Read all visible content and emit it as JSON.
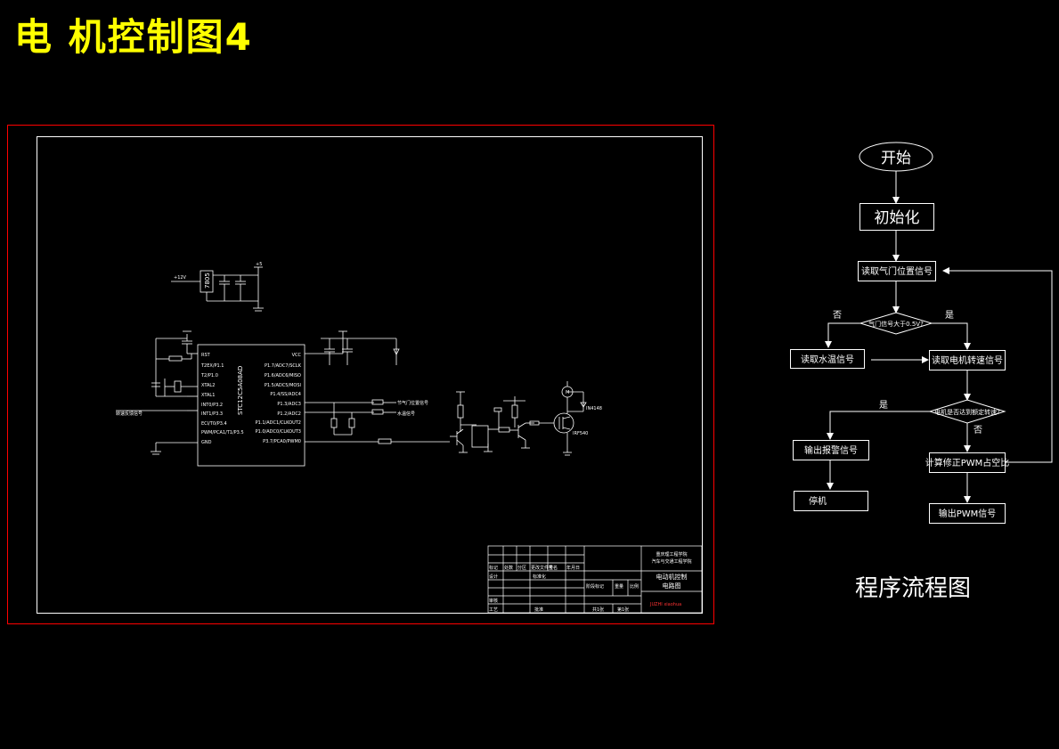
{
  "title": "电 机控制图4",
  "colors": {
    "background": "#000000",
    "title": "#ffff00",
    "sheet_border": "#ff0000",
    "lines": "#ffffff",
    "designer_mark": "#ff3333"
  },
  "schematic": {
    "mcu_part": "STC12C5A08AD",
    "regulator": "7805",
    "supply_in": "+12V",
    "supply_5v": "+5",
    "mcu_left_pins": [
      "RST",
      "T2EX/P1.1",
      "T2/P1.0",
      "XTAL2",
      "XTAL1",
      "INT0/P3.2",
      "INT1/P3.3",
      "ECI/T0/P3.4",
      "PWM/PCA1/T1/P3.5",
      "GND"
    ],
    "mcu_right_pins": [
      "VCC",
      "P1.7/ADC7/SCLK",
      "P1.6/ADC6/MISO",
      "P1.5/ADC5/MOSI",
      "P1.4/SS/ADC4",
      "P1.3/ADC3",
      "P1.2/ADC2",
      "P1.1/ADC1/CLKOUT2",
      "P1.0/ADC0/CLKOUT3",
      "P3.7/PCA0/PWM0"
    ],
    "signal_left": "转速反馈信号",
    "signal_throttle": "节气门位置信号",
    "signal_temp": "水温信号",
    "driver_label": "IRF540",
    "diode_label": "IN4148",
    "motor_label": "M"
  },
  "title_block": {
    "school": "重庆理工程学院",
    "dept": "汽车与交通工程学院",
    "drawing_name": "电动机控制",
    "drawing_name_2": "电路图",
    "row_labels": [
      "标记",
      "处数",
      "分区",
      "更改文件号",
      "签名",
      "年月日"
    ],
    "design": "设计",
    "standard": "标准化",
    "check": "审核",
    "process": "工艺",
    "approve": "批准",
    "stage_mark": "阶段标记",
    "weight": "重量",
    "scale": "比例",
    "sheets_total": "共1张",
    "sheet_no": "第1张",
    "designer": "JUZHI",
    "designer_suffix": "xiaohua"
  },
  "flowchart": {
    "start": "开始",
    "init": "初始化",
    "read_throttle": "读取气门位置信号",
    "decision1": "气门信号大于0.5V?",
    "no_label_1": "否",
    "yes_label_1": "是",
    "read_temp": "读取水温信号",
    "read_speed": "读取电机转速信号",
    "decision2": "电机是否达到额定转速?",
    "yes_label_2": "是",
    "no_label_2": "否",
    "alarm": "输出报警信号",
    "stop": "停机",
    "calc_pwm": "计算修正PWM占空比",
    "output_pwm": "输出PWM信号",
    "caption": "程序流程图"
  }
}
